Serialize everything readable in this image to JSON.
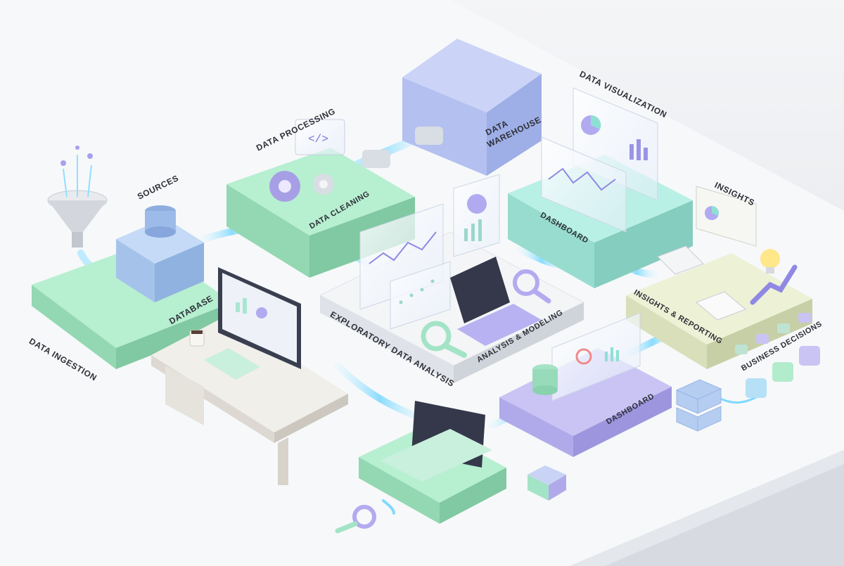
{
  "labels": {
    "sources": "SOURCES",
    "database": "DATABASE",
    "data_ingestion": "DATA INGESTION",
    "data_processing": "DATA PROCESSING",
    "data_cleaning": "DATA CLEANING",
    "data_warehouse_line1": "DATA",
    "data_warehouse_line2": "WAREHOUSE",
    "data_visualization": "DATA VISUALIZATION",
    "dashboard_top": "DASHBOARD",
    "insights": "INSIGHTS",
    "insights_reporting": "INSIGHTS & REPORTING",
    "exploratory_data_analysis": "EXPLORATORY DATA ANALYSIS",
    "analysis_modeling": "ANALYSIS & MODELING",
    "dashboard_bottom": "DASHBOARD",
    "business_decisions": "BUSINESS DECISIONS"
  },
  "colors": {
    "background": "#eceef2",
    "floor": "#f7f8fa",
    "mint": "#a8e6c4",
    "teal": "#a5e8dc",
    "blue": "#a9c8ee",
    "periwinkle": "#b9c4f0",
    "lavender": "#b7b2ee",
    "cream": "#e6ecc8",
    "beam": "#7fd9ff",
    "text": "#2e3038"
  },
  "icons": [
    "funnel-icon",
    "database-icon",
    "gear-icon",
    "code-icon",
    "cube-icon",
    "monitor-icon",
    "laptop-icon",
    "magnifier-icon",
    "pie-chart-icon",
    "bar-chart-icon",
    "line-chart-icon",
    "document-icon",
    "lightbulb-icon",
    "trend-arrow-icon",
    "server-icon",
    "coffee-mug-icon"
  ]
}
